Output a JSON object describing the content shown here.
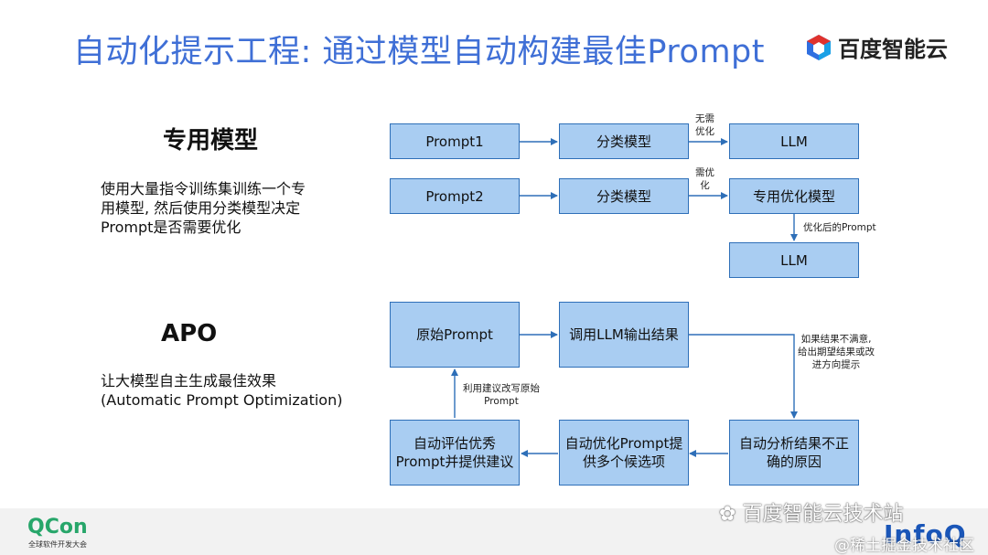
{
  "header": {
    "title": "自动化提示工程: 通过模型自动构建最佳Prompt",
    "logo_text": "百度智能云"
  },
  "section1": {
    "title": "专用模型",
    "desc": [
      "使用大量指令训练集训练一个专",
      "用模型, 然后使用分类模型决定",
      "Prompt是否需要优化"
    ],
    "boxes": {
      "prompt1": "Prompt1",
      "classify1": "分类模型",
      "llm1": "LLM",
      "prompt2": "Prompt2",
      "classify2": "分类模型",
      "optimize_model": "专用优化模型",
      "llm2": "LLM"
    },
    "notes": {
      "no_opt": [
        "无需",
        "优化"
      ],
      "need_opt": [
        "需优",
        "化"
      ],
      "optimized": "优化后的Prompt"
    }
  },
  "section2": {
    "title": "APO",
    "desc": [
      "让大模型自主生成最佳效果",
      "(Automatic Prompt Optimization)"
    ],
    "boxes": {
      "raw_prompt": "原始Prompt",
      "call_llm": "调用LLM输出结果",
      "analyze": [
        "自动分析结果不正",
        "确的原因"
      ],
      "auto_optimize": [
        "自动优化Prompt提",
        "供多个候选项"
      ],
      "evaluate": [
        "自动评估优秀",
        "Prompt并提供建议"
      ]
    },
    "notes": {
      "unsatisfied": [
        "如果结果不满意,",
        "给出期望结果或改",
        "进方向提示"
      ],
      "rewrite": [
        "利用建议改写原始",
        "Prompt"
      ]
    }
  },
  "footer": {
    "qcon": "QCon",
    "qcon_sub": "全球软件开发大会",
    "watermark1": "百度智能云技术站",
    "infoq": "InfoQ",
    "watermark2": "@稀土掘金技术社区"
  },
  "colors": {
    "title": "#3f6fd6",
    "box_fill": "#a9cdf2",
    "box_border": "#2e6fb8",
    "arrow": "#2e6fb8"
  }
}
